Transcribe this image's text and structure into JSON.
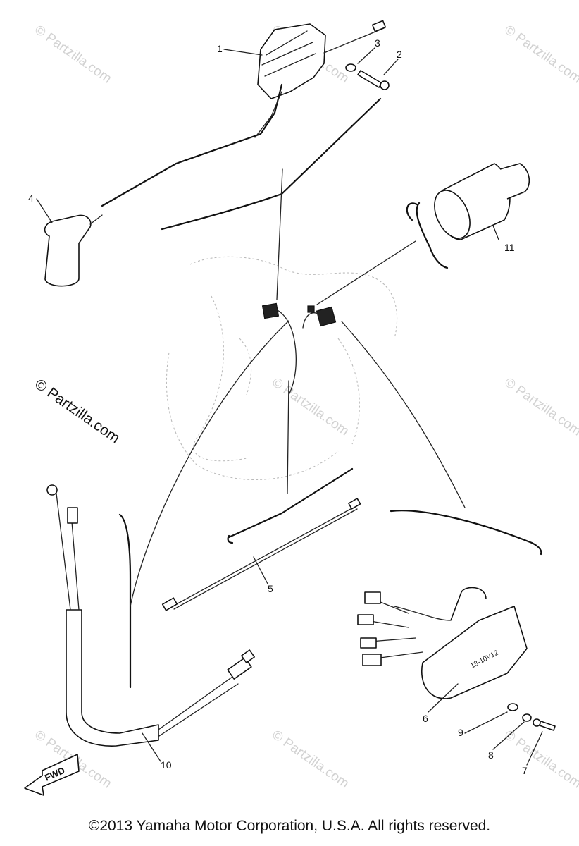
{
  "diagram": {
    "callouts": {
      "c1": "1",
      "c2": "2",
      "c3": "3",
      "c4": "4",
      "c5": "5",
      "c6": "6",
      "c7": "7",
      "c8": "8",
      "c9": "9",
      "c10": "10",
      "c11": "11"
    },
    "watermark": "© Partzilla.com",
    "fwd_label": "FWD",
    "coil_marking": "18-10V12"
  },
  "footer": {
    "copyright": "©2013 Yamaha Motor Corporation, U.S.A. All rights reserved."
  }
}
